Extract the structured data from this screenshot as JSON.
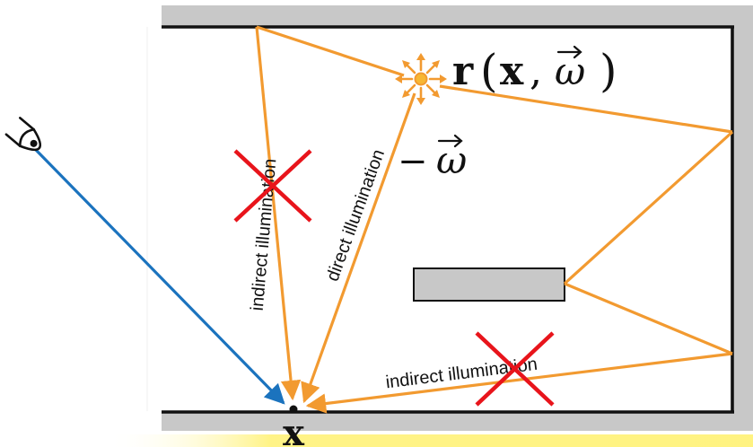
{
  "labels": {
    "indirect_vertical": "indirect illumination",
    "direct_diagonal": "direct illumination",
    "indirect_bottom": "indirect illumination",
    "radiance_fn": "r",
    "radiance_args_open": "(",
    "radiance_x": "x",
    "radiance_comma": ",",
    "radiance_omega": "ω",
    "radiance_args_close": ")",
    "omega_dash": "−",
    "omega_symbol": "ω",
    "point_x": "x"
  },
  "colors": {
    "path": "#F29A30",
    "view_ray": "#1B73BE",
    "cross": "#E8141B",
    "wall": "#C8C8C8",
    "border": "#111111",
    "source": "#F7B733",
    "highlight_band": "#FFF27A"
  },
  "icons": {
    "viewer": "eye-icon",
    "light": "light-source-icon",
    "blocked": "cross-icon"
  }
}
